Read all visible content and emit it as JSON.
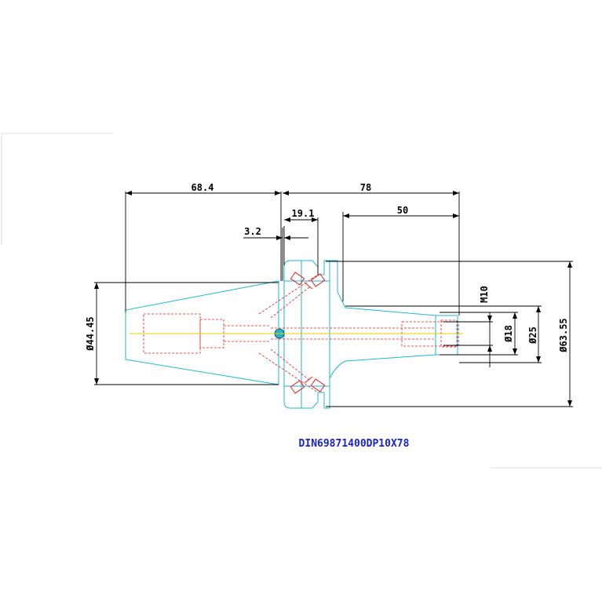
{
  "dimensions": {
    "d_68_4": "68.4",
    "d_78": "78",
    "d_19_1": "19.1",
    "d_50": "50",
    "d_3_2": "3.2",
    "d_m10": "M10",
    "d_dia18": "Ø18",
    "d_dia25": "Ø25",
    "d_dia63_55": "Ø63.55",
    "d_dia44_45": "Ø44.45"
  },
  "part_number": "DIN69871400DP10X78",
  "colors": {
    "outline": "#21b6d2",
    "hidden_lines": "#e02020",
    "dimensions": "#000000",
    "centerline": "#e6cf00",
    "label": "#1a22cc"
  }
}
